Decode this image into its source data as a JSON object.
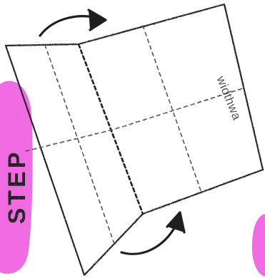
{
  "banner": {
    "label": "STEP",
    "color": "#f06ce2"
  },
  "instruction": {
    "text": "widthwa"
  },
  "arrows": [
    "curved-arrow",
    "curved-arrow"
  ],
  "colors": {
    "ink": "#2b2b2b",
    "accent": "#f06ce2"
  }
}
